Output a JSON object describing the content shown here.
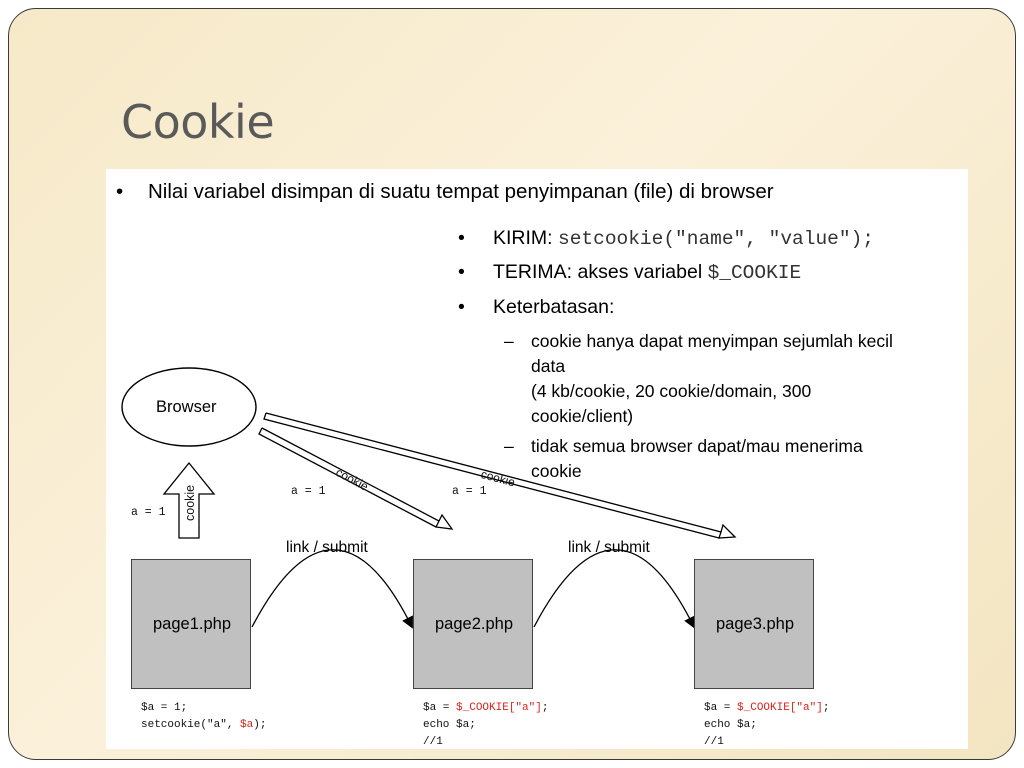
{
  "slide": {
    "title": "Cookie"
  },
  "bullets": {
    "main": "Nilai variabel disimpan di suatu tempat penyimpanan (file) di browser",
    "bullet_char": "•",
    "dash_char": "–",
    "kirim_label": "KIRIM: ",
    "kirim_code": "setcookie(\"name\", \"value\");",
    "terima_label": "TERIMA: akses variabel ",
    "terima_code": "$_COOKIE",
    "keterbatasan": "Keterbatasan:",
    "limit_1": "cookie hanya dapat menyimpan sejumlah kecil\ndata\n(4 kb/cookie, 20 cookie/domain, 300\ncookie/client)",
    "limit_2": "tidak semua browser dapat/mau menerima\ncookie"
  },
  "diagram": {
    "browser_label": "Browser",
    "cookie_up_label": "cookie",
    "cookie_arrow_1": "cookie",
    "cookie_arrow_2": "cookie",
    "a_eq_1_left": "a = 1",
    "a_eq_1_mid": "a = 1",
    "a_eq_1_right": "a = 1",
    "link_submit_1": "link / submit",
    "link_submit_2": "link / submit",
    "pages": [
      {
        "label": "page1.php"
      },
      {
        "label": "page2.php"
      },
      {
        "label": "page3.php"
      }
    ],
    "code": {
      "p1_line1": "$a = 1;",
      "p1_line2_a": "setcookie(\"a\", ",
      "p1_line2_red": "$a",
      "p1_line2_b": ");",
      "p2_line1_a": "$a = ",
      "p2_line1_red": "$_COOKIE[\"a\"]",
      "p2_line1_b": ";",
      "p2_line2": "echo $a;",
      "p2_line3": "//1",
      "p3_line1_a": "$a = ",
      "p3_line1_red": "$_COOKIE[\"a\"]",
      "p3_line1_b": ";",
      "p3_line2": "echo $a;",
      "p3_line3": "//1"
    }
  },
  "colors": {
    "slide_bg": "#f6e9c8",
    "title_text": "#5a5a5a",
    "page_box": "#c0c0c0",
    "code_highlight": "#d8241c"
  }
}
